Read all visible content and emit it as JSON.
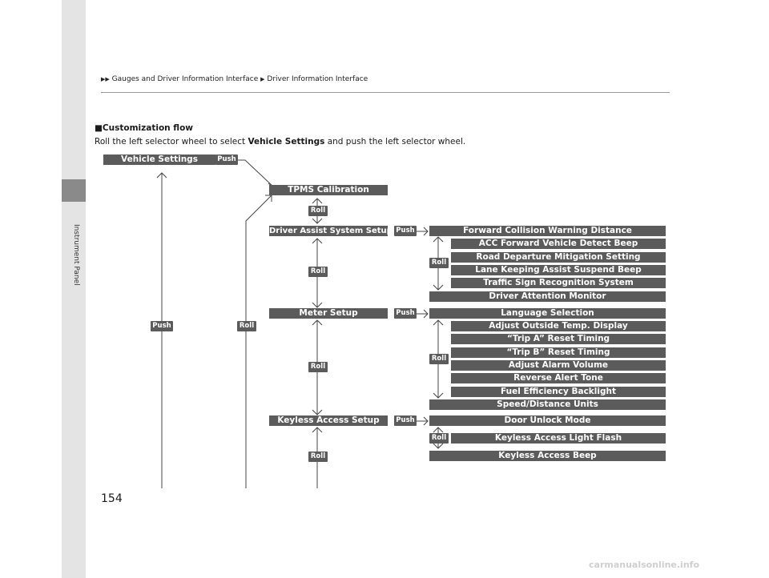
{
  "sidebar": {
    "label": "Instrument Panel"
  },
  "breadcrumb": {
    "arrow": "▶▶",
    "item1": "Gauges and Driver Information Interface",
    "sep": "▶",
    "item2": "Driver Information Interface"
  },
  "section": {
    "marker": "■",
    "title": "Customization flow"
  },
  "intro": {
    "before": "Roll the left selector wheel to select ",
    "bold": "Vehicle Settings",
    "after": " and push the left selector wheel."
  },
  "diagram": {
    "vehicle_settings": "Vehicle Settings",
    "tpms": "TPMS Calibration",
    "driver_assist": "Driver Assist System Setup",
    "meter_setup": "Meter Setup",
    "keyless_setup": "Keyless Access Setup",
    "push": "Push",
    "roll": "Roll",
    "driver_assist_items": [
      "Forward Collision Warning Distance",
      "ACC Forward Vehicle Detect Beep",
      "Road Departure Mitigation Setting",
      "Lane Keeping Assist Suspend Beep",
      "Traffic Sign Recognition System",
      "Driver Attention Monitor"
    ],
    "meter_items": [
      "Language Selection",
      "Adjust Outside Temp. Display",
      "“Trip A” Reset Timing",
      "“Trip B” Reset Timing",
      "Adjust Alarm Volume",
      "Reverse Alert Tone",
      "Fuel Efficiency Backlight",
      "Speed/Distance Units"
    ],
    "keyless_items": [
      "Door Unlock Mode",
      "Keyless Access Light Flash",
      "Keyless Access Beep"
    ]
  },
  "page_number": "154",
  "watermark": "carmanualsonline.info"
}
